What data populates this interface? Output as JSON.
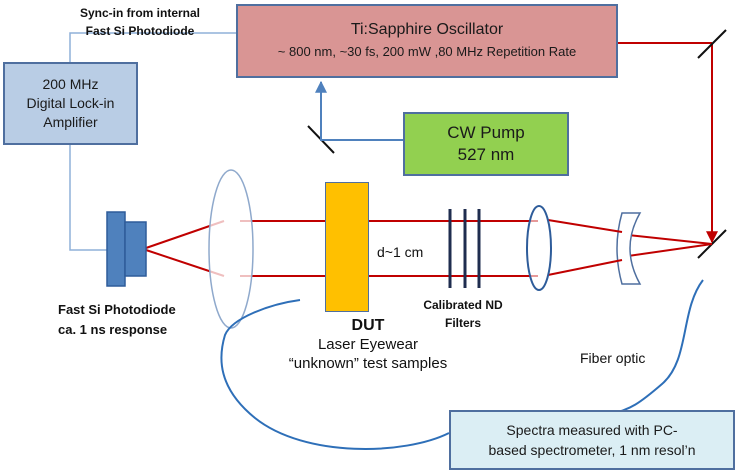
{
  "oscillator": {
    "title": "Ti:Sapphire Oscillator",
    "specs": "~ 800 nm, ~30 fs, 200 mW ,80 MHz Repetition Rate",
    "fill": "#d99594",
    "border": "#4f6f9f"
  },
  "sync_label": {
    "line1": "Sync-in from internal",
    "line2": "Fast Si Photodiode"
  },
  "lockin": {
    "line1": "200 MHz",
    "line2": "Digital Lock-in",
    "line3": "Amplifier",
    "fill": "#b9cde5",
    "border": "#4f6f9f"
  },
  "pump": {
    "line1": "CW Pump",
    "line2": "527 nm",
    "fill": "#92d050",
    "border": "#4f6f9f"
  },
  "photodiode_label": {
    "line1": "Fast Si Photodiode",
    "line2": "ca. 1 ns response"
  },
  "dut": {
    "title": "DUT",
    "line1": "Laser Eyewear",
    "line2": "“unknown” test samples",
    "fill": "#ffc000"
  },
  "distance_label": "d~1 cm",
  "nd_filters": {
    "line1": "Calibrated ND",
    "line2": "Filters"
  },
  "fiber_label": "Fiber optic",
  "spectrometer": {
    "line1": "Spectra measured with PC-",
    "line2": "based spectrometer, 1 nm resol’n",
    "fill": "#dbeef4",
    "border": "#4f6f9f"
  },
  "colors": {
    "beam": "#c00000",
    "signal_line": "#8fb0d8",
    "feed_arrow": "#4f81bd",
    "fiber": "#2e6fb8",
    "component": "#4f81bd"
  }
}
